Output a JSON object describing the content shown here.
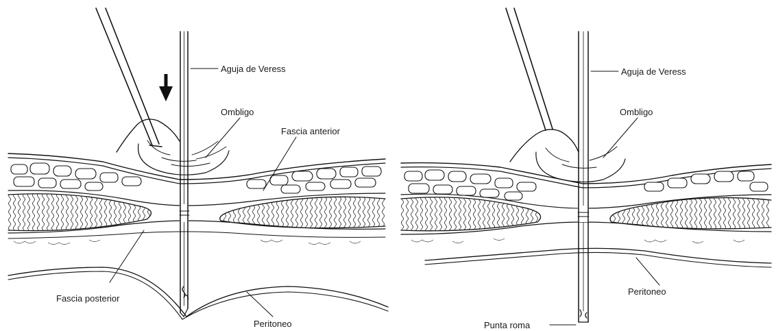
{
  "left_panel": {
    "label_needle": "Aguja de Veress",
    "label_navel": "Ombligo",
    "label_anterior_fascia": "Fascia anterior",
    "label_posterior_fascia": "Fascia posterior",
    "label_peritoneum": "Peritoneo"
  },
  "right_panel": {
    "label_needle": "Aguja de Veress",
    "label_navel": "Ombligo",
    "label_peritoneum": "Peritoneo",
    "label_blunt_tip": "Punta roma"
  },
  "colors": {
    "ink": "#111111",
    "background": "#ffffff"
  },
  "icons": [
    "down-arrow-icon"
  ]
}
